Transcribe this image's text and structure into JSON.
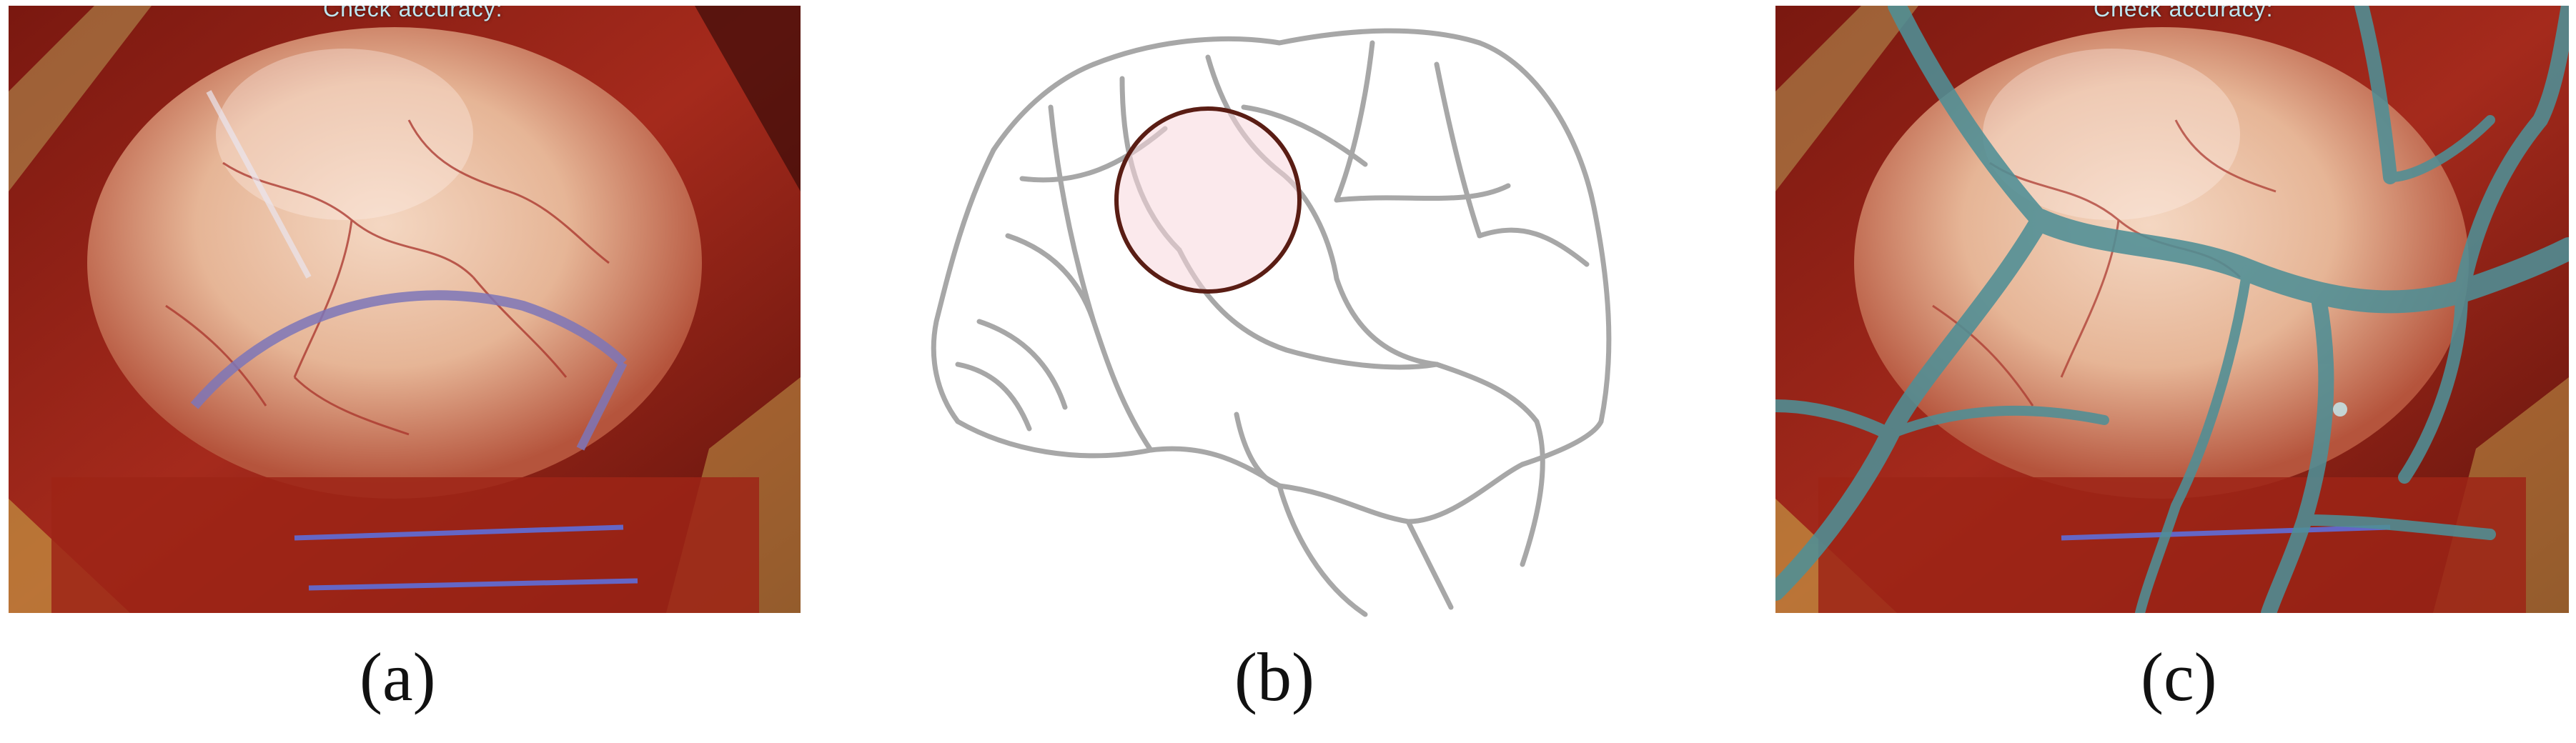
{
  "panels": [
    {
      "overlay_text": "Check accuracy:",
      "caption": "(a)"
    },
    {
      "caption": "(b)"
    },
    {
      "overlay_text": "Check accuracy:",
      "caption": "(c)"
    }
  ],
  "colors": {
    "tissue": "#c98a70",
    "blood": "#9c1f17",
    "vessel_overlay": "#4f8f96",
    "highlight_circle": "#5a1d14",
    "wireframe": "#9a9a9a"
  }
}
